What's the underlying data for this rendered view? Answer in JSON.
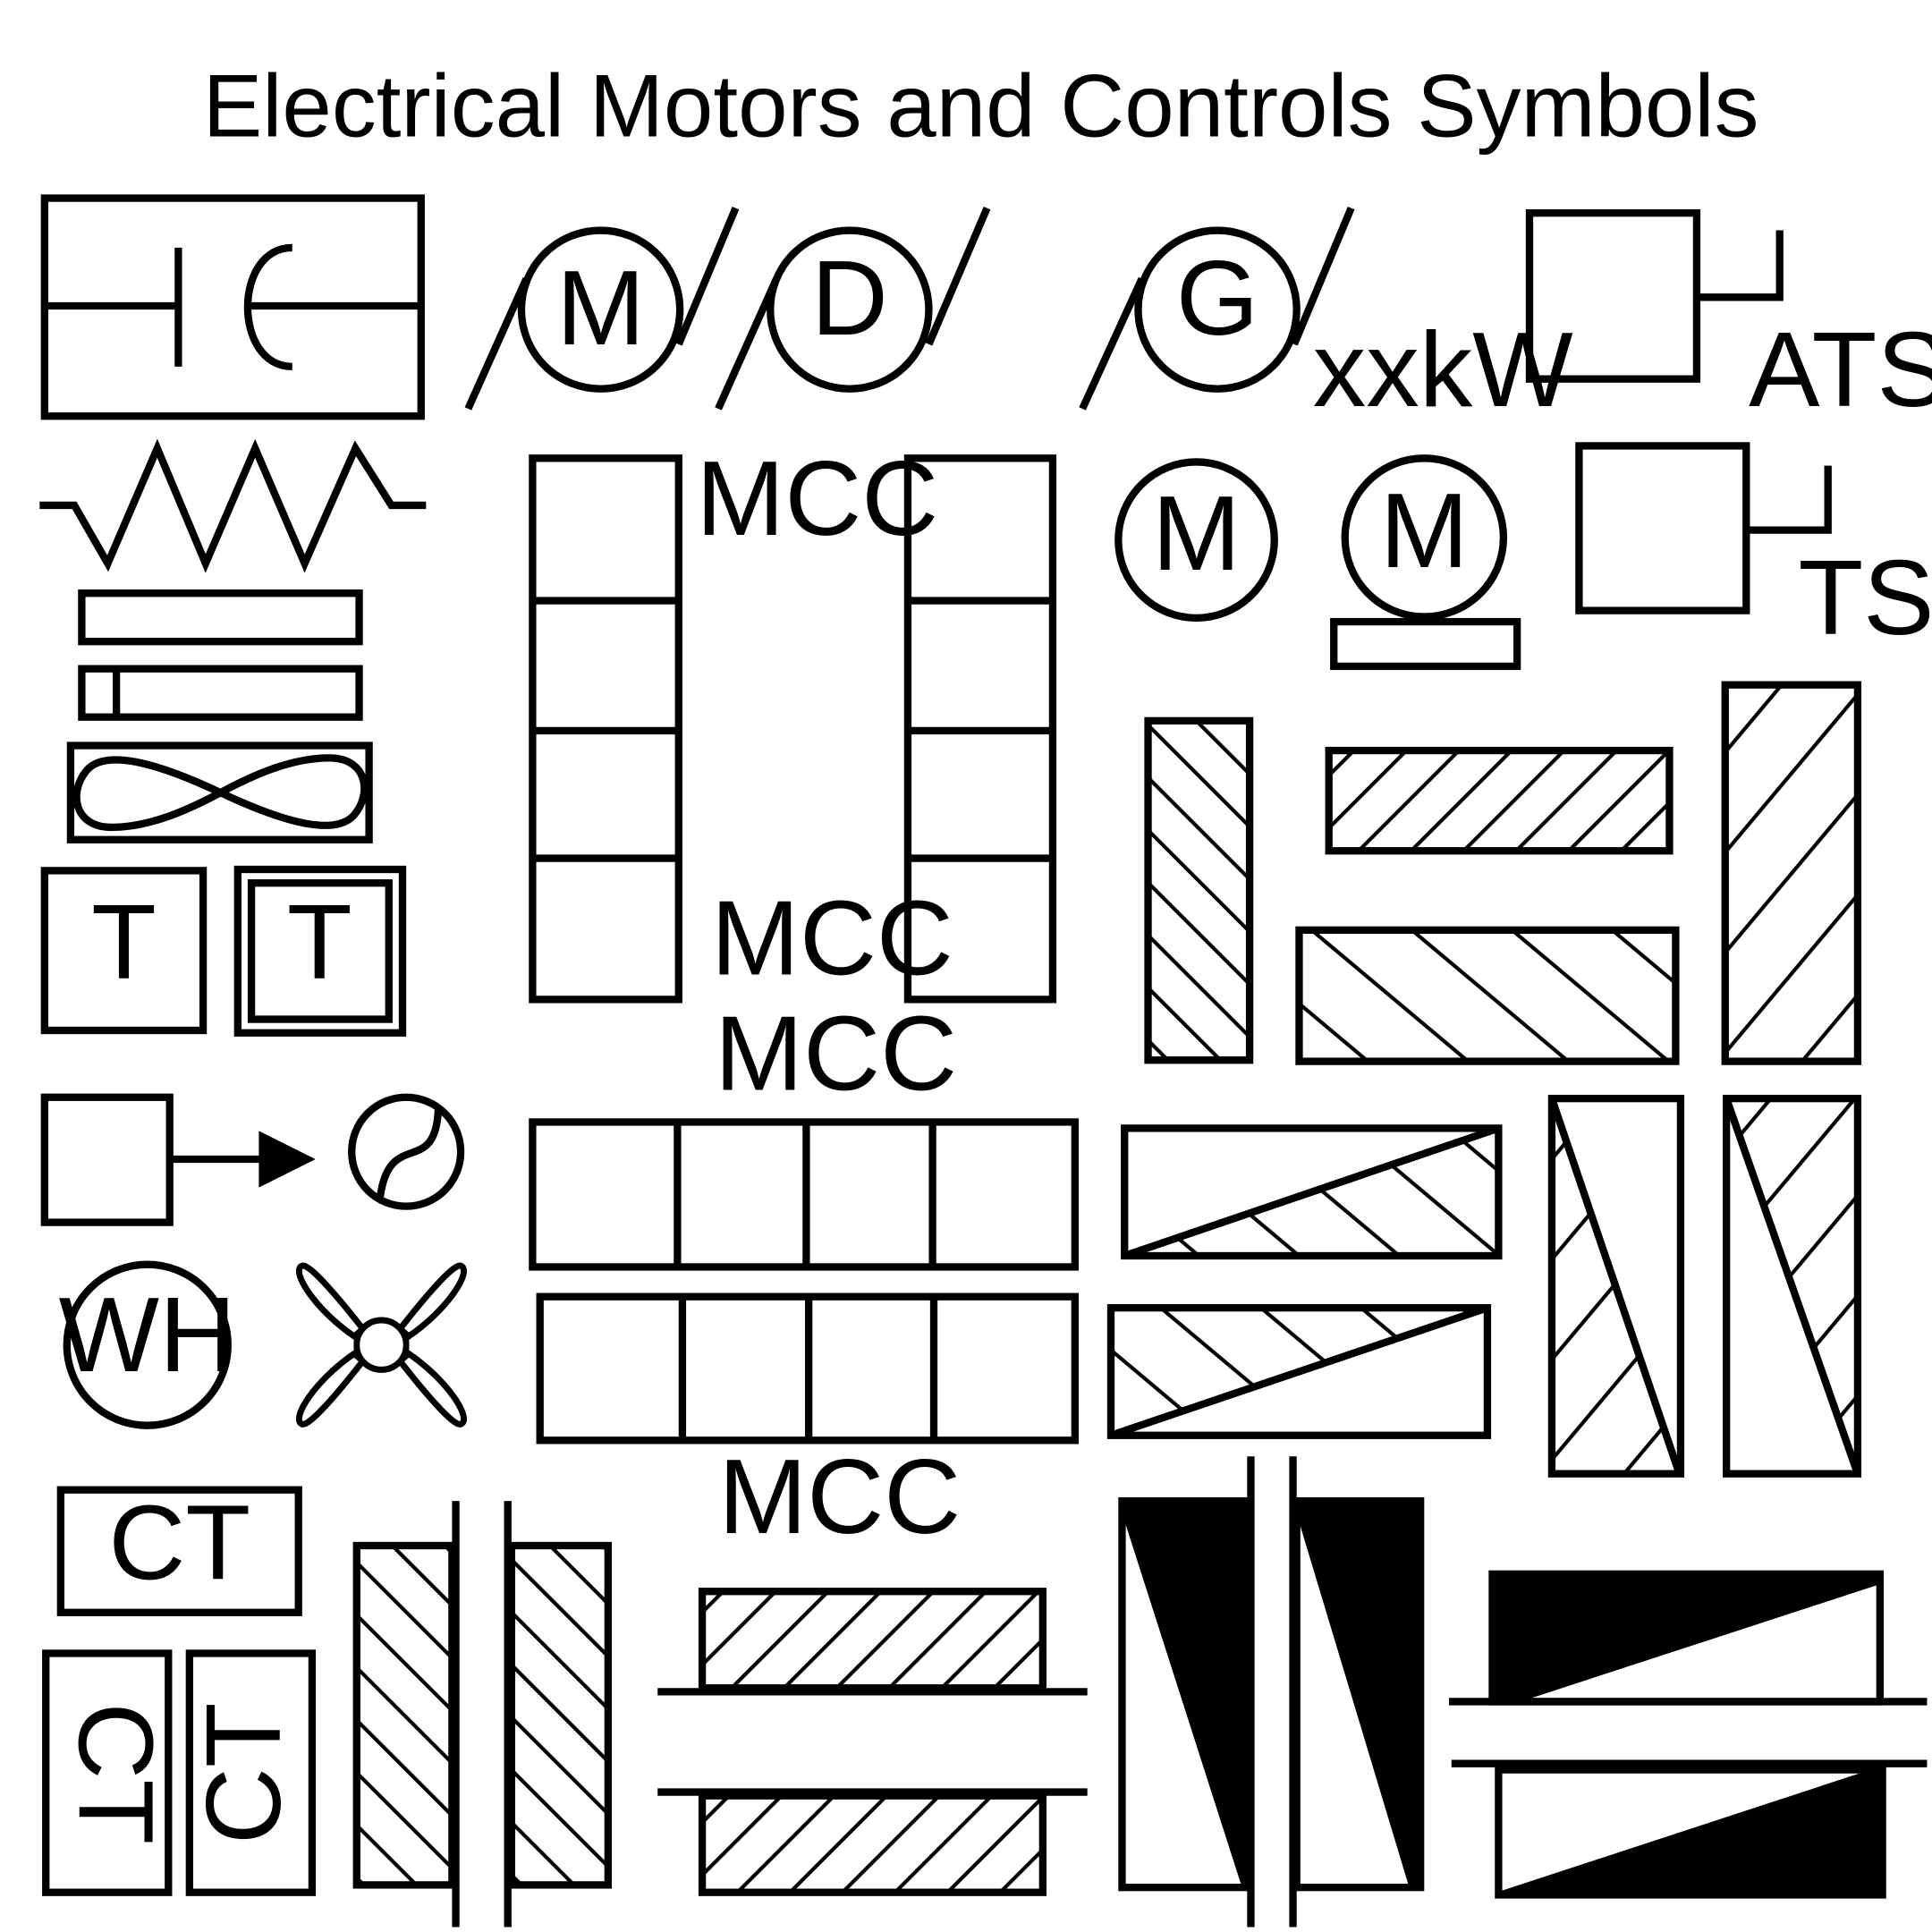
{
  "title": "Electrical Motors and Controls Symbols",
  "labels": {
    "motor_connection": "M",
    "damper_connection": "D",
    "generator_connection": "G",
    "generator_rating": "xxkW",
    "automatic_transfer_switch": "ATS",
    "mcc_upper": "MCC",
    "mcc_lower_vertical": "MCC",
    "mcc_horizontal": "MCC",
    "mcc_bottom": "MCC",
    "motor": "M",
    "base_motor": "M",
    "transfer_switch": "TS",
    "thermostat": "T",
    "thermostat_double": "T",
    "water_heater": "WH",
    "current_transformer": "CT",
    "current_transformer_rot_left": "CT",
    "current_transformer_rot_right": "CT"
  },
  "colors": {
    "stroke": "#000000",
    "fill": "#ffffff",
    "solid": "#000000"
  }
}
